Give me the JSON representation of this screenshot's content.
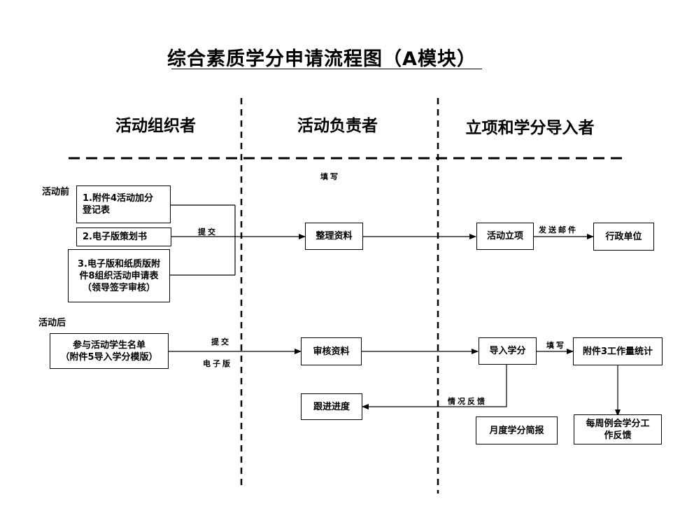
{
  "title": "综合素质学分申请流程图（A模块）",
  "lanes": {
    "organizer": "活动组织者",
    "responsible": "活动负责者",
    "importer": "立项和学分导入者"
  },
  "sections": {
    "before": "活动前",
    "after": "活动后"
  },
  "nodes": {
    "doc1": "1.附件4活动加分\n登记表",
    "doc2": "2.电子版策划书",
    "doc3": "3.电子版和纸质版附\n件8组织活动申请表\n（领导签字审核）",
    "organize": "整理资料",
    "project": "活动立项",
    "admin": "行政单位",
    "student_list": "参与活动学生名单\n（附件5导入学分模版）",
    "review": "审核资料",
    "import_credit": "导入学分",
    "attach3": "附件3工作量统计",
    "progress": "跟进进度",
    "monthly": "月度学分简报",
    "weekly": "每周例会学分工\n作反馈"
  },
  "edge_labels": {
    "fill_top": "填写",
    "submit_top": "提交",
    "send_mail": "发送邮件",
    "submit_bottom": "提交",
    "electronic": "电子版",
    "fill_bottom": "填写",
    "feedback": "情况反馈"
  }
}
